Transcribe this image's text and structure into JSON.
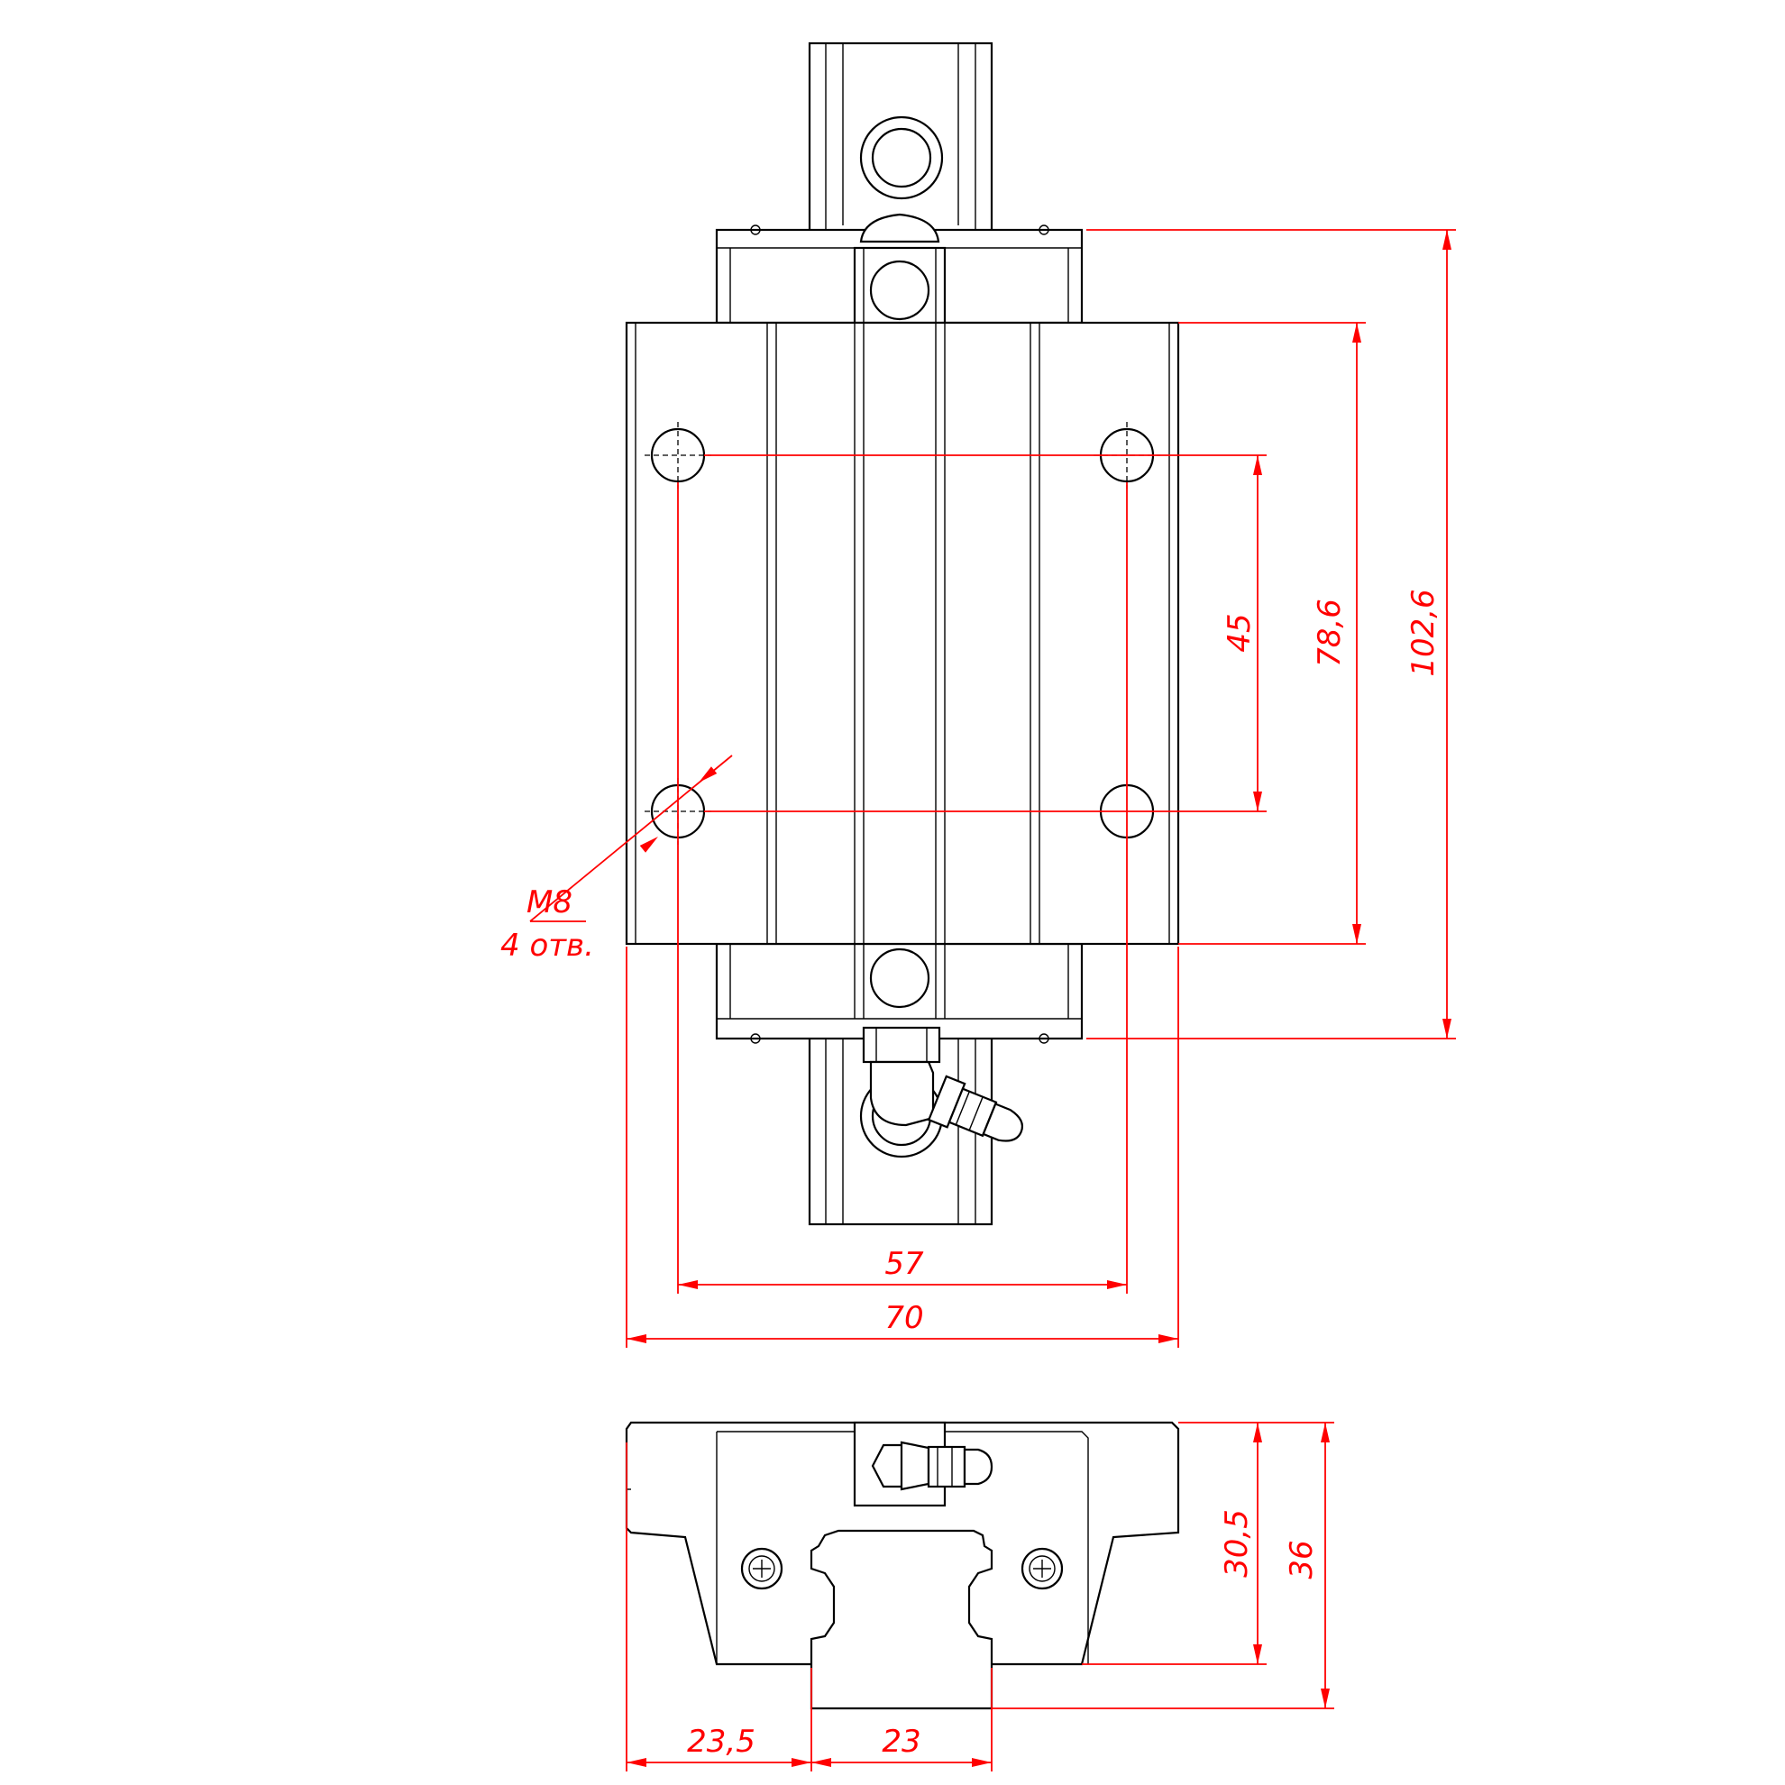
{
  "drawing": {
    "dimensions": {
      "hole_pitch_longitudinal": "45",
      "block_body_length": "78,6",
      "overall_length": "102,6",
      "hole_pitch_transverse": "57",
      "block_width": "70",
      "flange_offset": "23,5",
      "rail_width": "23",
      "block_height_from_rail": "30,5",
      "total_height": "36"
    },
    "callout": {
      "thread": "M8",
      "quantity": "4 отв."
    },
    "colors": {
      "outline": "#000000",
      "dimension": "#ff0000"
    }
  }
}
